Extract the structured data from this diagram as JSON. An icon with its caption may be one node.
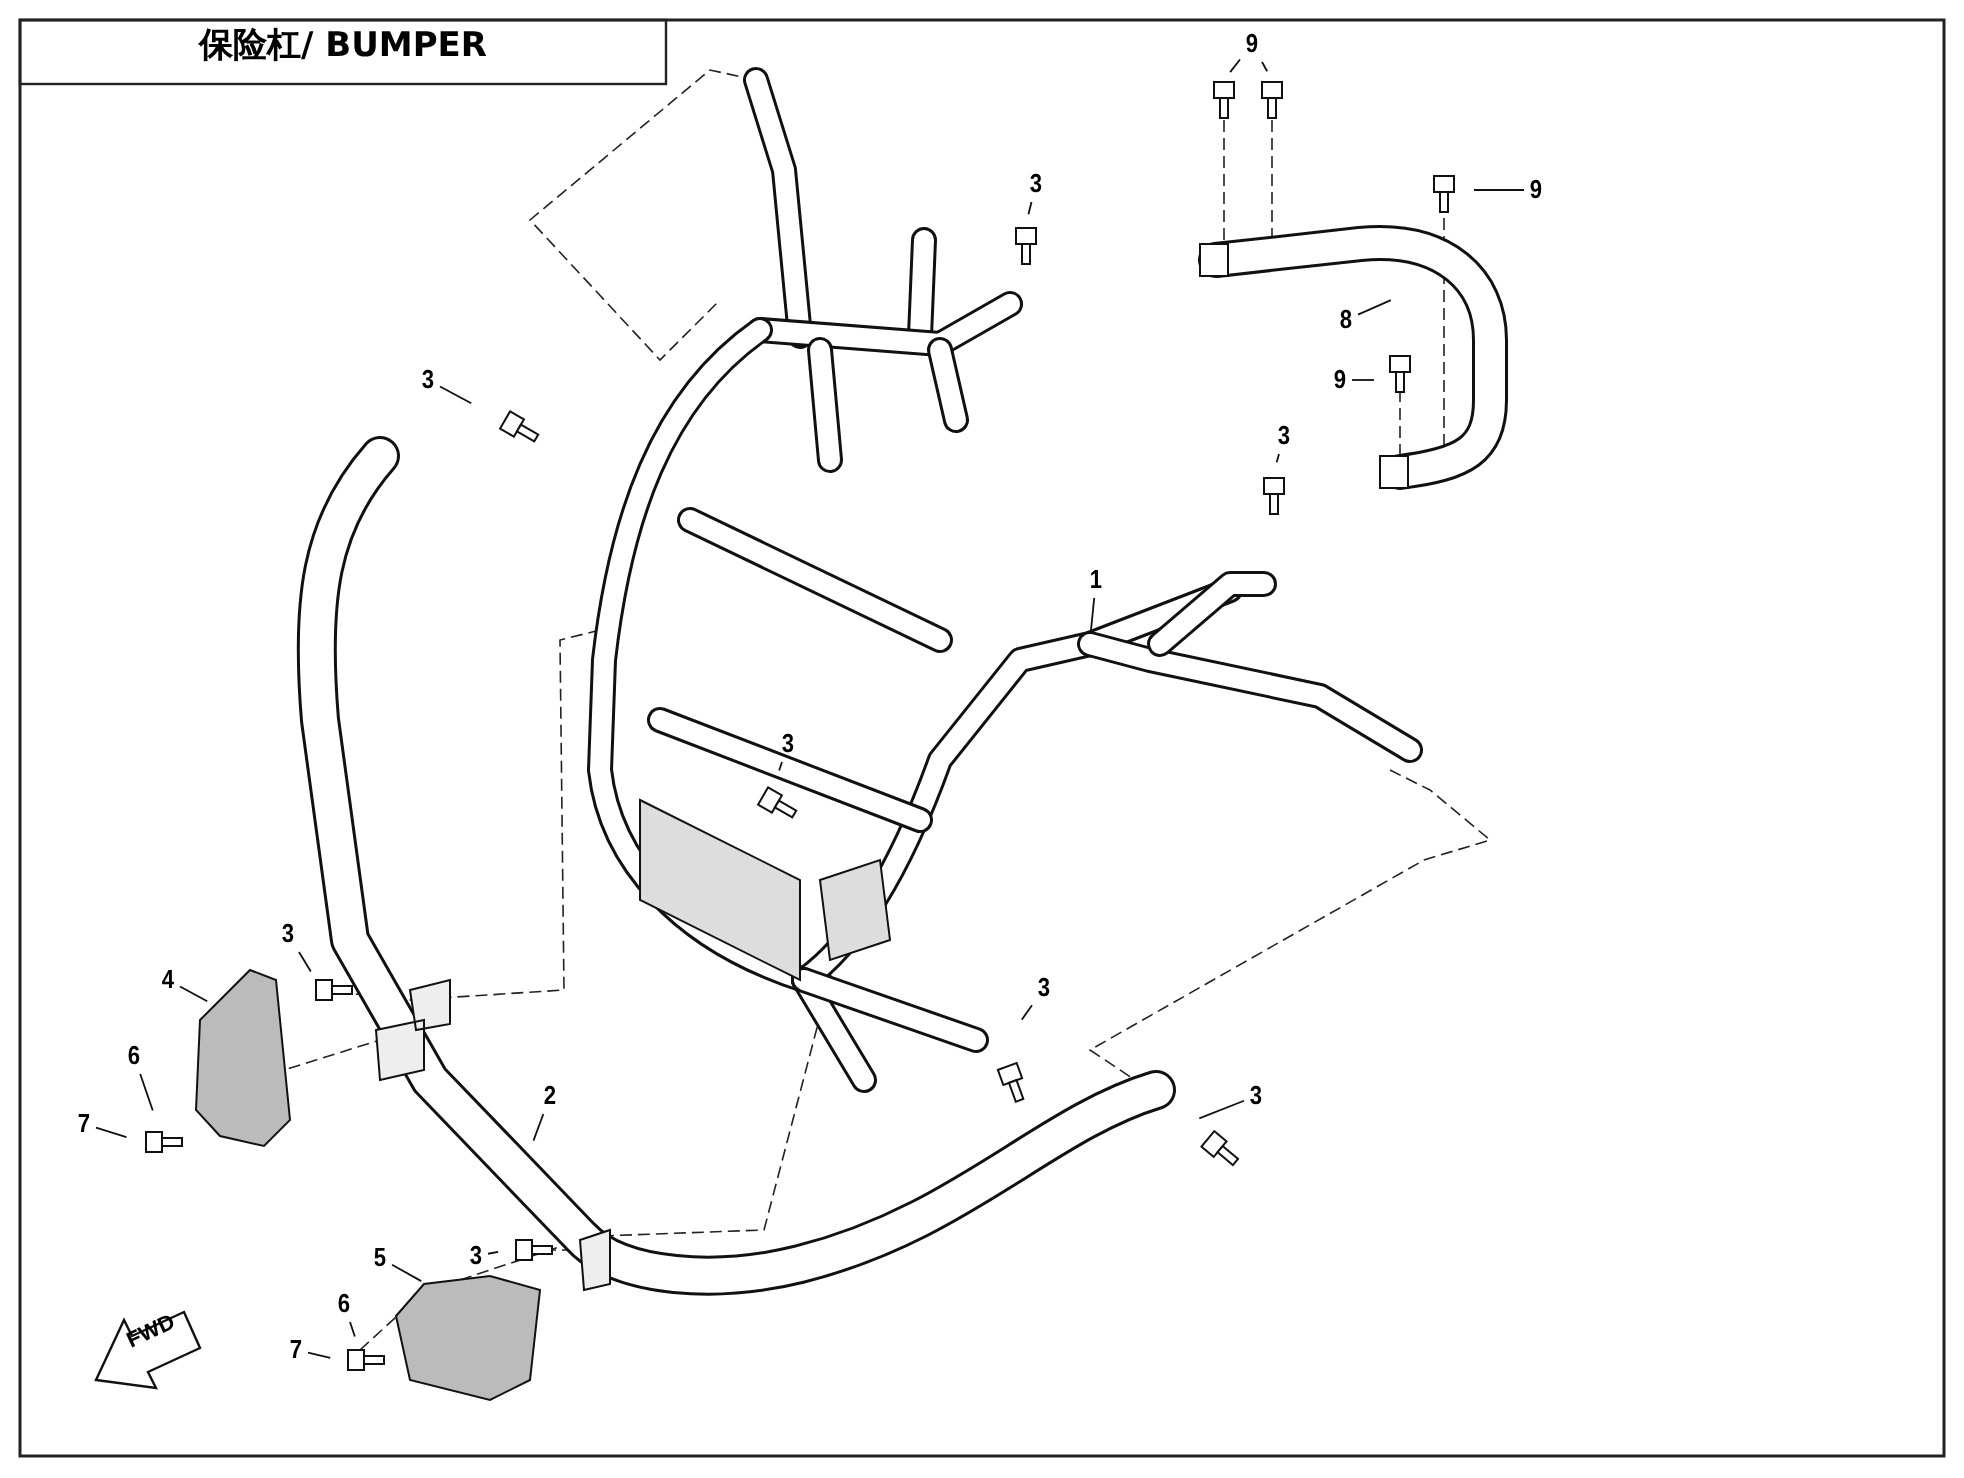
{
  "diagram": {
    "title": "保险杠/ BUMPER",
    "nodes": [
      {
        "text": [
          "9"
        ]
      },
      {
        "text": [
          "9"
        ]
      },
      {
        "text": [
          "8"
        ]
      },
      {
        "text": [
          "9"
        ]
      },
      {
        "text": [
          "3"
        ]
      },
      {
        "text": [
          "3"
        ]
      },
      {
        "text": [
          "3"
        ]
      },
      {
        "text": [
          "1"
        ]
      },
      {
        "text": [
          "3"
        ]
      },
      {
        "text": [
          "3"
        ]
      },
      {
        "text": [
          "4"
        ]
      },
      {
        "text": [
          "2"
        ]
      },
      {
        "text": [
          "6"
        ]
      },
      {
        "text": [
          "7"
        ]
      },
      {
        "text": [
          "3"
        ]
      },
      {
        "text": [
          "3"
        ]
      },
      {
        "text": [
          "3"
        ]
      },
      {
        "text": [
          "5"
        ]
      },
      {
        "text": [
          "6"
        ]
      },
      {
        "text": [
          "7"
        ]
      }
    ],
    "edges": [
      {
        "from": 0,
        "to": null,
        "arrow": "none"
      },
      {
        "from": 0,
        "to": null,
        "arrow": "none"
      },
      {
        "from": 1,
        "to": null,
        "arrow": "none"
      },
      {
        "from": 2,
        "to": null,
        "arrow": "none"
      },
      {
        "from": 3,
        "to": null,
        "arrow": "none"
      },
      {
        "from": 4,
        "to": null,
        "arrow": "none"
      },
      {
        "from": 5,
        "to": null,
        "arrow": "none"
      },
      {
        "from": 6,
        "to": null,
        "arrow": "none"
      },
      {
        "from": 7,
        "to": null,
        "arrow": "none"
      },
      {
        "from": 8,
        "to": null,
        "arrow": "none"
      },
      {
        "from": 9,
        "to": null,
        "arrow": "none"
      },
      {
        "from": 10,
        "to": null,
        "arrow": "none"
      },
      {
        "from": 11,
        "to": null,
        "arrow": "none"
      },
      {
        "from": 12,
        "to": null,
        "arrow": "none"
      },
      {
        "from": 13,
        "to": null,
        "arrow": "none"
      },
      {
        "from": 14,
        "to": null,
        "arrow": "none"
      },
      {
        "from": 15,
        "to": null,
        "arrow": "none"
      },
      {
        "from": 16,
        "to": null,
        "arrow": "none"
      },
      {
        "from": 17,
        "to": null,
        "arrow": "none"
      },
      {
        "from": 18,
        "to": null,
        "arrow": "none"
      },
      {
        "from": 19,
        "to": null,
        "arrow": "none"
      }
    ],
    "labels": [
      "FWD"
    ]
  }
}
